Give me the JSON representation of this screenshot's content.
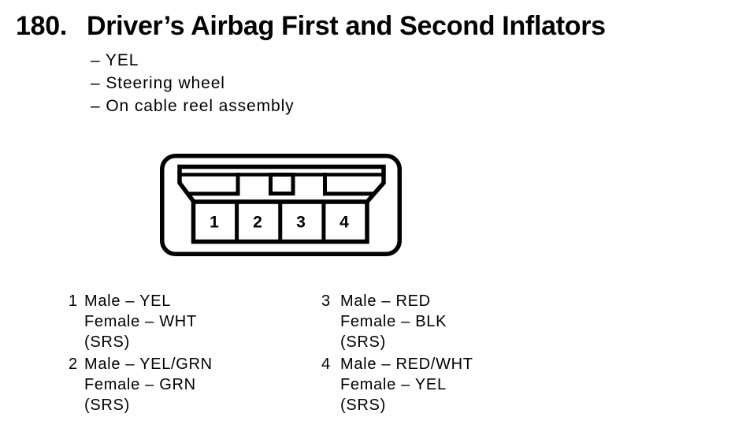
{
  "header": {
    "number": "180.",
    "title": "Driver’s Airbag First and Second Inflators"
  },
  "details": [
    "– YEL",
    "– Steering wheel",
    "– On cable reel assembly"
  ],
  "connector": {
    "pins": [
      "1",
      "2",
      "3",
      "4"
    ]
  },
  "legend": [
    {
      "items": [
        {
          "pin": "1",
          "lines": [
            "Male – YEL",
            "Female – WHT",
            "(SRS)"
          ]
        },
        {
          "pin": "2",
          "lines": [
            "Male – YEL/GRN",
            "Female – GRN",
            "(SRS)"
          ]
        }
      ]
    },
    {
      "items": [
        {
          "pin": "3",
          "lines": [
            "Male – RED",
            "Female – BLK",
            "(SRS)"
          ]
        },
        {
          "pin": "4",
          "lines": [
            "Male – RED/WHT",
            "Female – YEL",
            "(SRS)"
          ]
        }
      ]
    }
  ],
  "colors": {
    "ink": "#000000",
    "paper": "#ffffff"
  }
}
